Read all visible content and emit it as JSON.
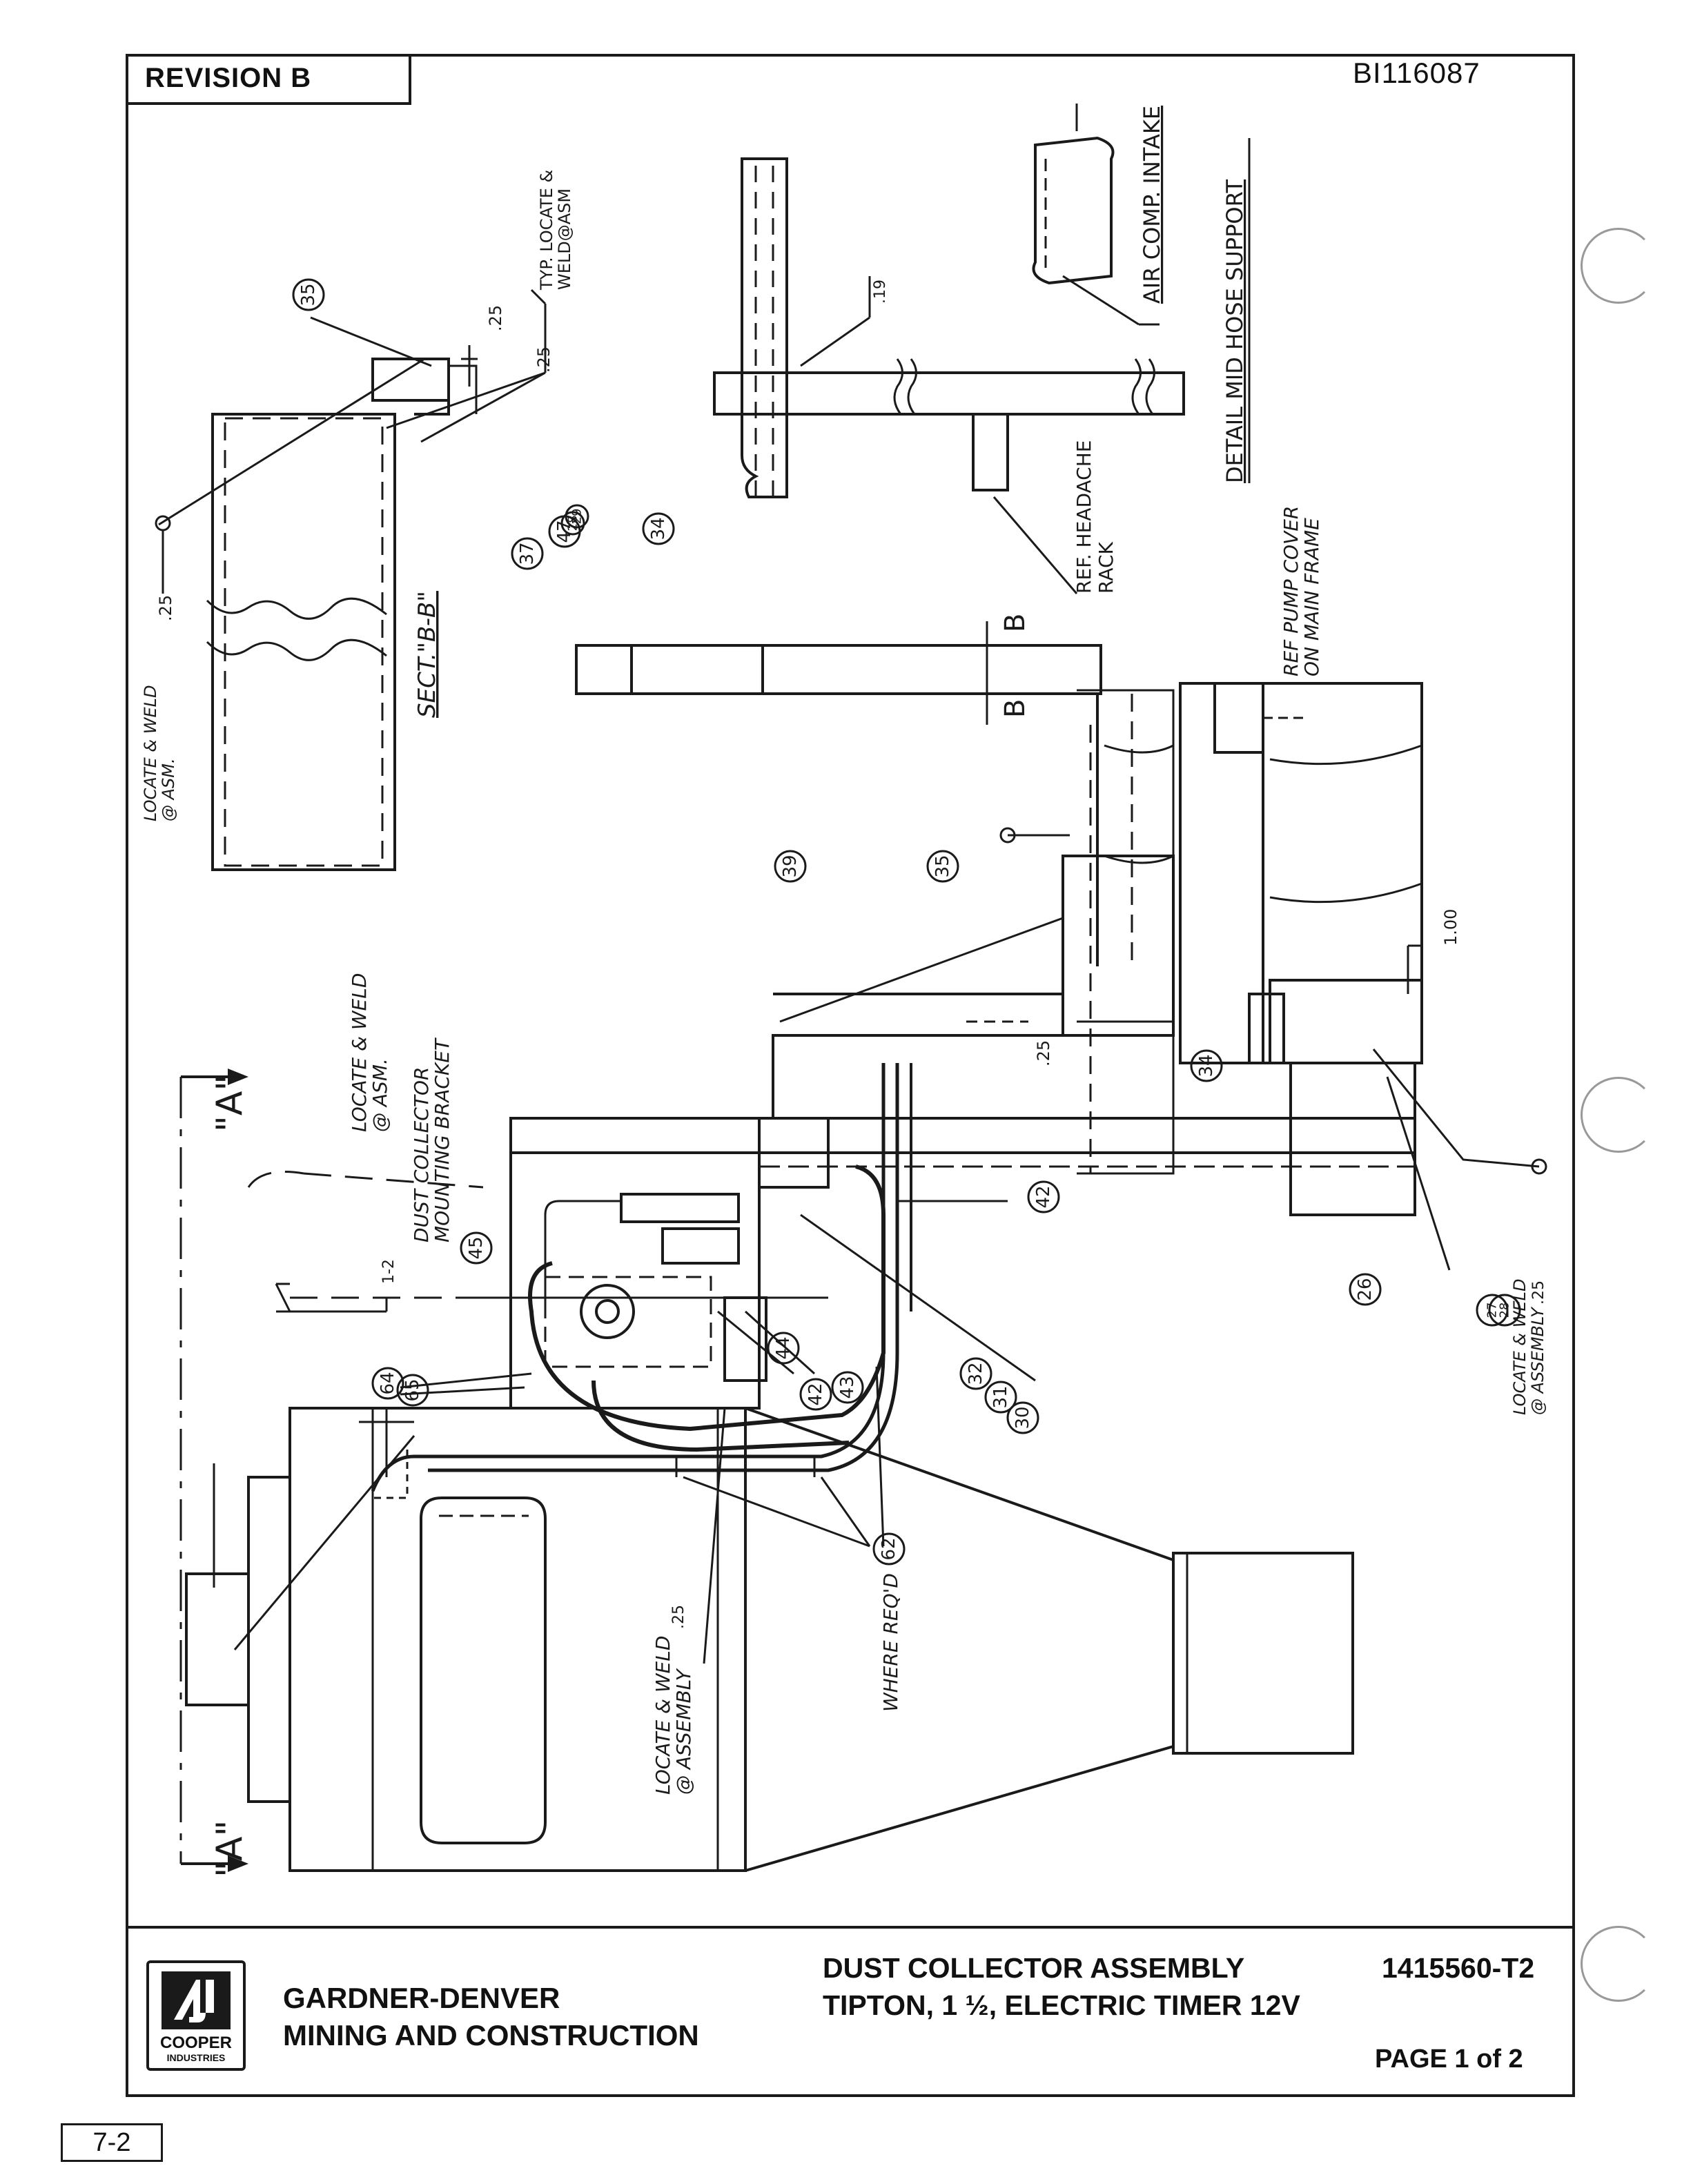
{
  "revision": "REVISION  B",
  "doc_id": "BI116087",
  "company": {
    "line1": "GARDNER-DENVER",
    "line2": "MINING AND CONSTRUCTION"
  },
  "logo": {
    "line1": "COOPER",
    "line2": "INDUSTRIES",
    "icon": "cooper-industries-logo"
  },
  "assembly": {
    "line1": "DUST COLLECTOR ASSEMBLY",
    "line2": "TIPTON, 1  ½, ELECTRIC TIMER 12V"
  },
  "part_number": "1415560-T2",
  "page": "PAGE 1 of 2",
  "page_badge": "7-2",
  "drawing": {
    "labels": {
      "detail_title": "DETAIL MID HOSE SUPPORT",
      "air_comp": "AIR COMP. INTAKE",
      "ref_headache_1": "REF. HEADACHE",
      "ref_headache_2": "RACK",
      "ref_pump_1": "REF PUMP COVER",
      "ref_pump_2": "ON MAIN FRAME",
      "sect_bb": "SECT.\"B-B\"",
      "typ_locate_1": "TYP. LOCATE &",
      "typ_locate_2": "WELD@ASM",
      "locate_weld_asm_1": "LOCATE & WELD",
      "locate_weld_asm_2": "@ ASM.",
      "dust_bracket_1": "DUST COLLECTOR",
      "dust_bracket_2": "MOUNTING BRACKET",
      "locate_weld_asm_3": "LOCATE & WELD",
      "locate_weld_asm_4": "@ ASM.",
      "locate_weld_assembly_1": "LOCATE & WELD",
      "locate_weld_assembly_2": "@ ASSEMBLY",
      "locate_weld_assembly_3": "LOCATE & WELD",
      "locate_weld_assembly_4": "@ ASSEMBLY",
      "where_reqd": "WHERE REQ'D",
      "section_a_top": "\"A\"",
      "section_a_bottom": "\"A\"",
      "section_b_1": "B",
      "section_b_2": "B",
      "dim_100": "1.00",
      "dim_25a": ".25",
      "dim_25b": ".25",
      "dim_25c": ".25",
      "dim_25d": ".25",
      "dim_25e": ".25",
      "dim_19": ".19",
      "dim_12": "1-2",
      "dim_25f": ".25"
    },
    "balloons": [
      "35",
      "37",
      "47",
      "28",
      "29",
      "34",
      "39",
      "35",
      "42",
      "44",
      "45",
      "42",
      "43",
      "32",
      "31",
      "30",
      "64",
      "65",
      "26",
      "27",
      "28",
      "34",
      "62"
    ]
  }
}
